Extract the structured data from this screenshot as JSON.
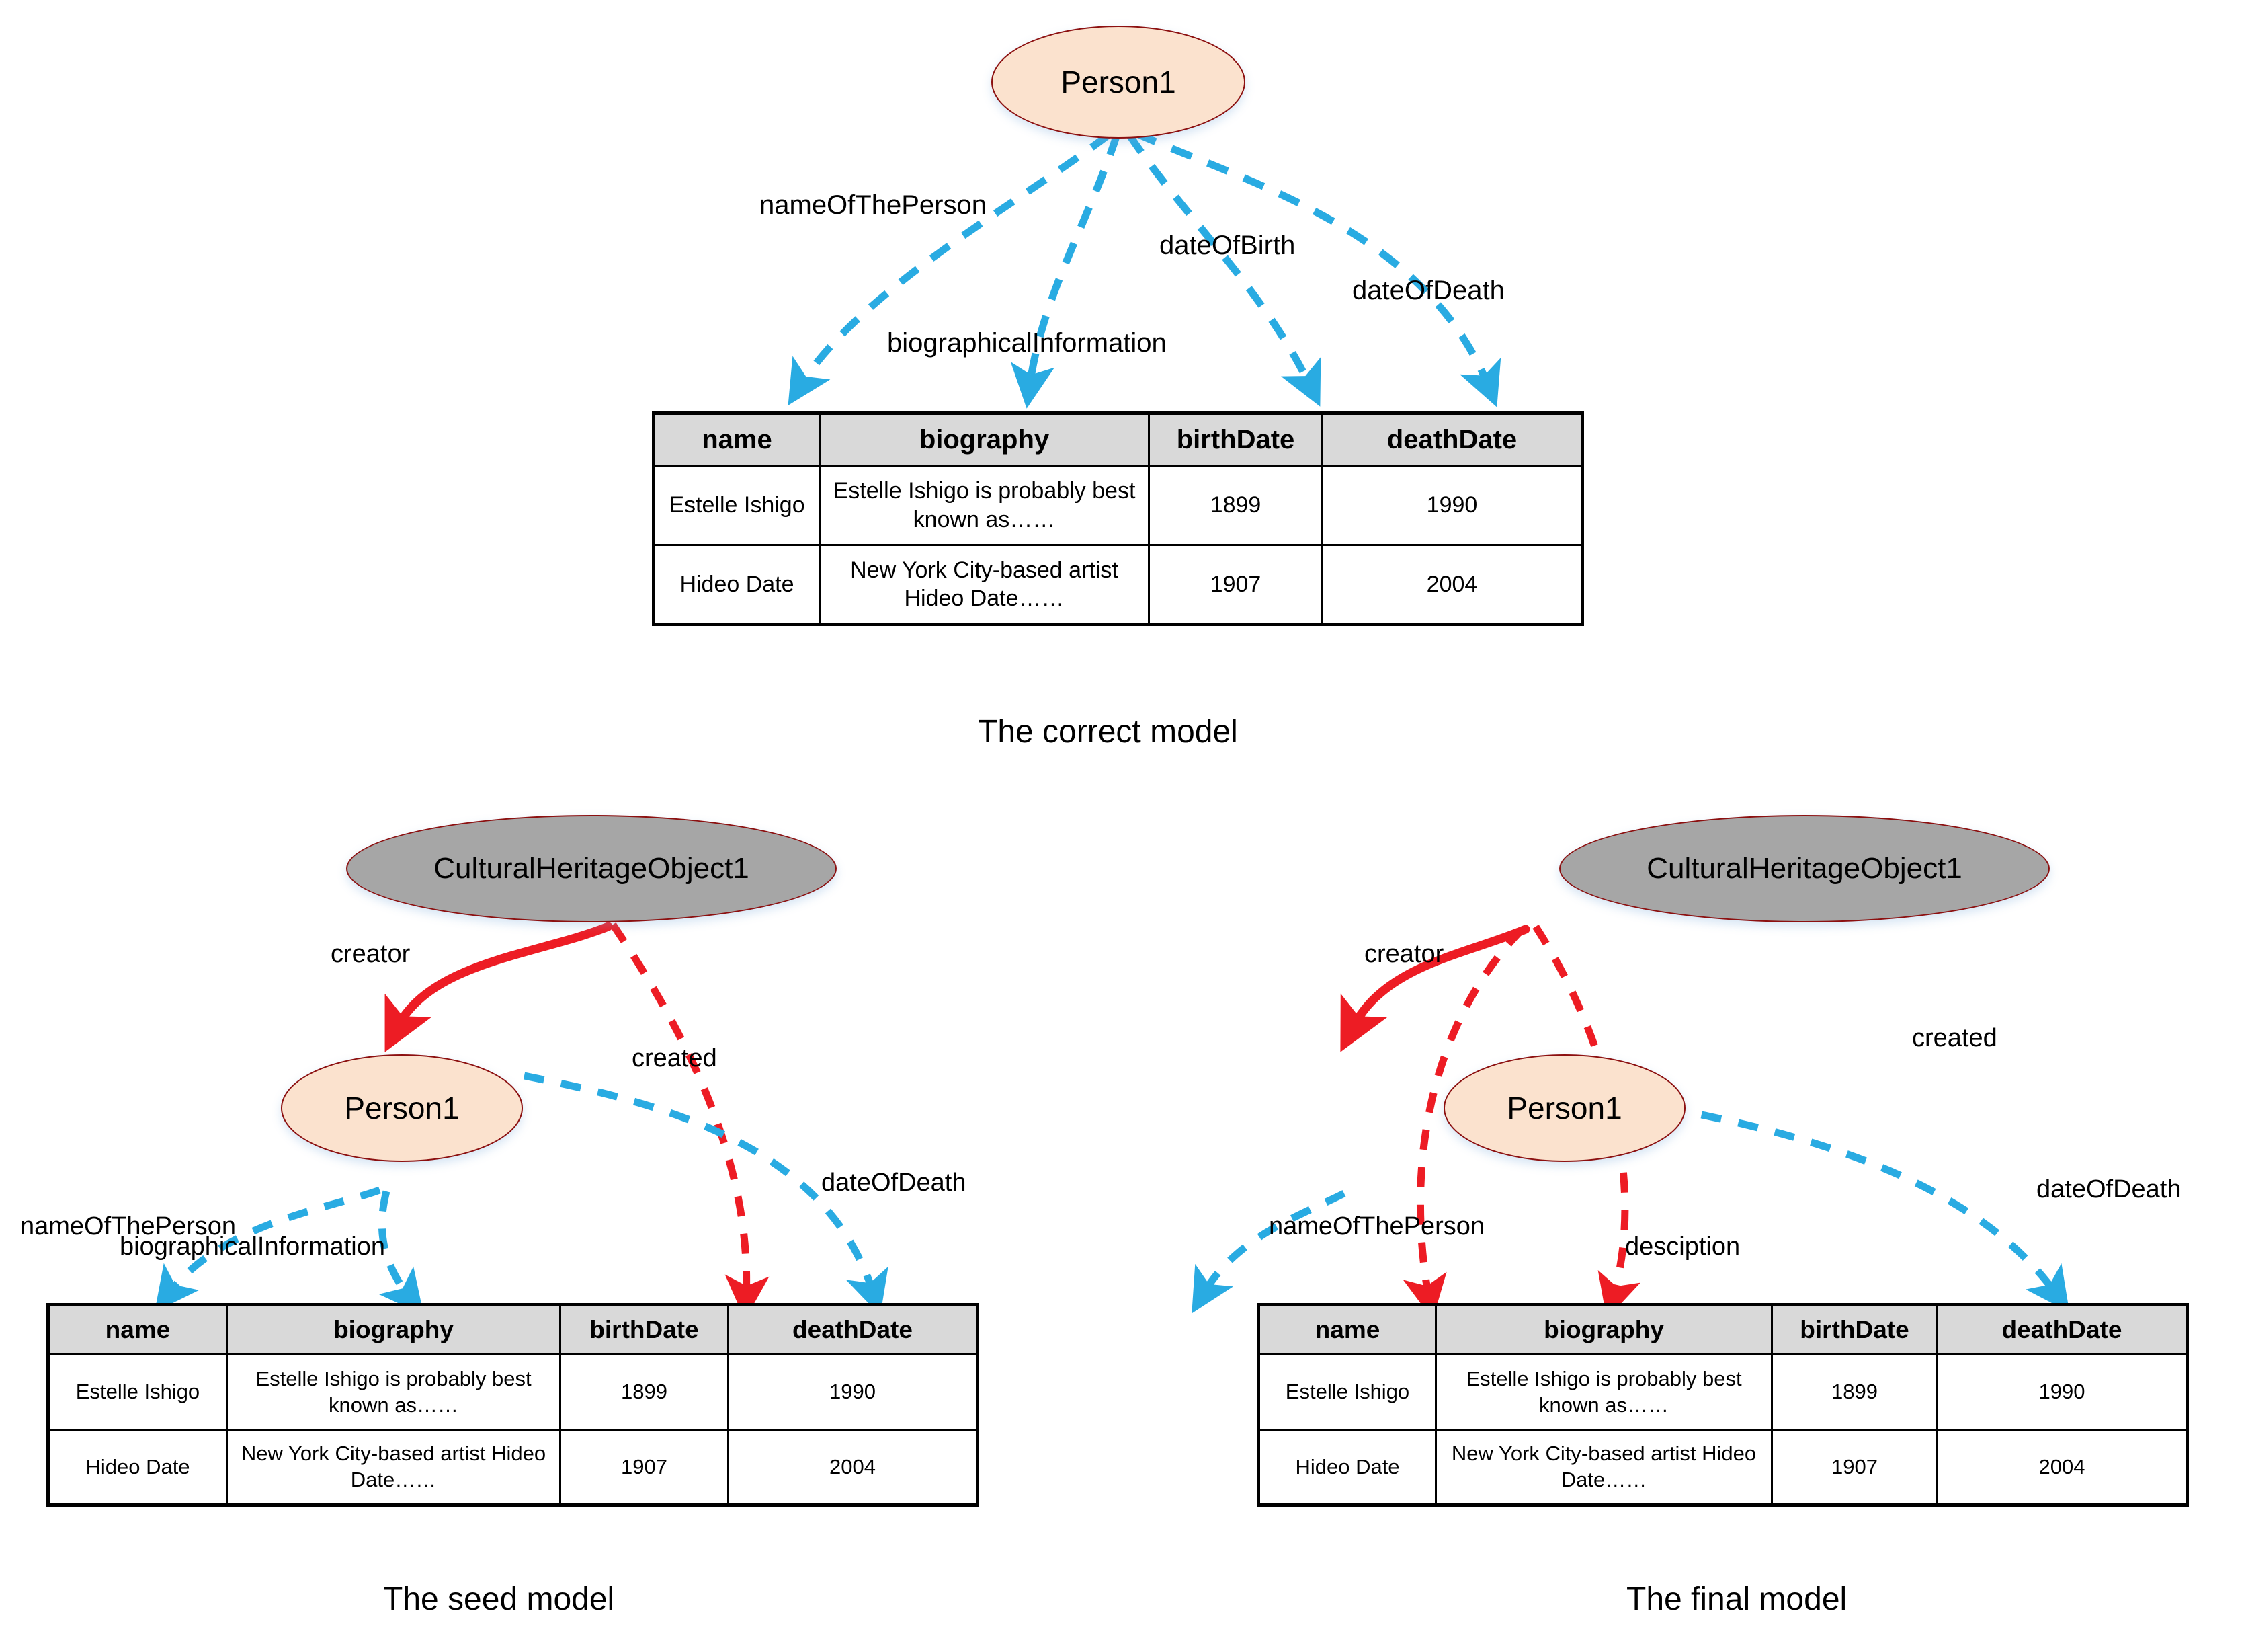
{
  "figure": {
    "background": "#ffffff",
    "colors": {
      "person_fill": "#FBE2CE",
      "object_fill": "#A6A6A6",
      "node_border": "#8C1010",
      "literal_edge": "#29ABE2",
      "object_edge": "#ED1C24",
      "table_header_fill": "#D9D9D9",
      "table_border": "#000000"
    }
  },
  "table_schema": {
    "columns": [
      "name",
      "biography",
      "birthDate",
      "deathDate"
    ],
    "rows": [
      {
        "name": "Estelle Ishigo",
        "biography": "Estelle Ishigo is probably best known as……",
        "birthDate": "1899",
        "deathDate": "1990"
      },
      {
        "name": "Hideo Date",
        "biography": "New York City-based artist Hideo Date……",
        "birthDate": "1907",
        "deathDate": "2004"
      }
    ]
  },
  "panels": [
    {
      "id": "correct",
      "caption": "The correct model",
      "nodes": [
        {
          "id": "person1",
          "label": "Person1",
          "type": "person"
        }
      ],
      "edges": [
        {
          "label": "nameOfThePerson",
          "from": "person1",
          "to": "name",
          "style": "dashed",
          "color": "#29ABE2"
        },
        {
          "label": "biographicalInformation",
          "from": "person1",
          "to": "biography",
          "style": "dashed",
          "color": "#29ABE2"
        },
        {
          "label": "dateOfBirth",
          "from": "person1",
          "to": "birthDate",
          "style": "dashed",
          "color": "#29ABE2"
        },
        {
          "label": "dateOfDeath",
          "from": "person1",
          "to": "deathDate",
          "style": "dashed",
          "color": "#29ABE2"
        }
      ]
    },
    {
      "id": "seed",
      "caption": "The seed model",
      "nodes": [
        {
          "id": "cho1",
          "label": "CulturalHeritageObject1",
          "type": "object"
        },
        {
          "id": "person1",
          "label": "Person1",
          "type": "person"
        }
      ],
      "edges": [
        {
          "label": "creator",
          "from": "cho1",
          "to": "person1",
          "style": "solid",
          "color": "#ED1C24"
        },
        {
          "label": "created",
          "from": "cho1",
          "to": "birthDate",
          "style": "dashed",
          "color": "#ED1C24"
        },
        {
          "label": "nameOfThePerson",
          "from": "person1",
          "to": "name",
          "style": "dashed",
          "color": "#29ABE2"
        },
        {
          "label": "biographicalInformation",
          "from": "person1",
          "to": "biography",
          "style": "dashed",
          "color": "#29ABE2"
        },
        {
          "label": "dateOfDeath",
          "from": "person1",
          "to": "deathDate",
          "style": "dashed",
          "color": "#29ABE2"
        }
      ]
    },
    {
      "id": "final",
      "caption": "The final model",
      "nodes": [
        {
          "id": "cho1",
          "label": "CulturalHeritageObject1",
          "type": "object"
        },
        {
          "id": "person1",
          "label": "Person1",
          "type": "person"
        }
      ],
      "edges": [
        {
          "label": "creator",
          "from": "cho1",
          "to": "person1",
          "style": "solid",
          "color": "#ED1C24"
        },
        {
          "label": "desciption",
          "from": "cho1",
          "to": "biography",
          "style": "dashed",
          "color": "#ED1C24"
        },
        {
          "label": "created",
          "from": "cho1",
          "to": "birthDate",
          "style": "dashed",
          "color": "#ED1C24"
        },
        {
          "label": "nameOfThePerson",
          "from": "person1",
          "to": "name",
          "style": "dashed",
          "color": "#29ABE2"
        },
        {
          "label": "dateOfDeath",
          "from": "person1",
          "to": "deathDate",
          "style": "dashed",
          "color": "#29ABE2"
        }
      ]
    }
  ]
}
